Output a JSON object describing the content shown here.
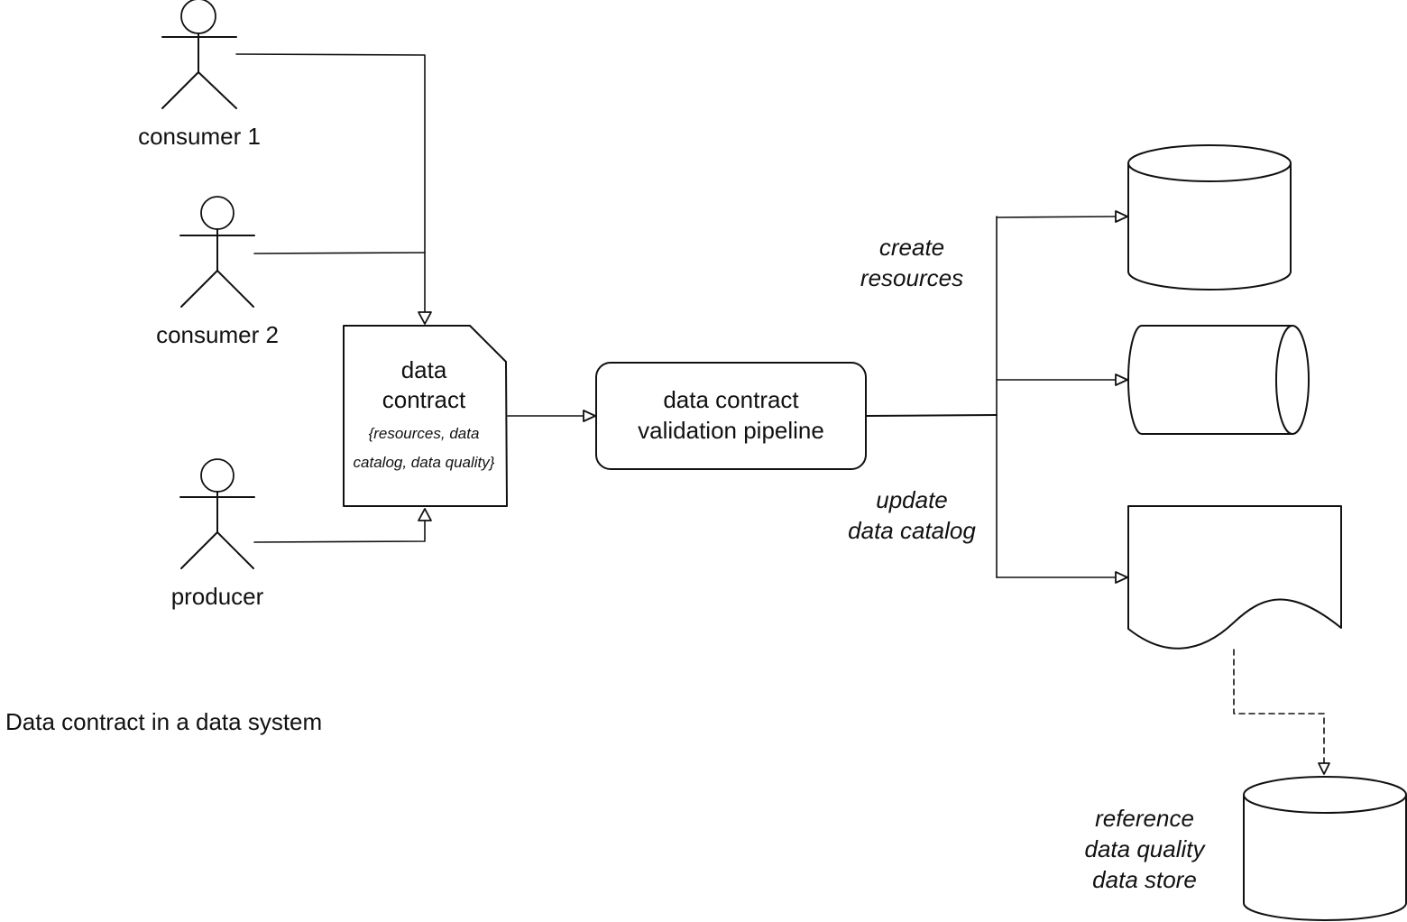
{
  "actors": {
    "consumer1": "consumer 1",
    "consumer2": "consumer 2",
    "producer": "producer"
  },
  "contract": {
    "title_line1": "data",
    "title_line2": "contract",
    "detail_line1": "{resources, data",
    "detail_line2": "catalog, data quality}"
  },
  "pipeline": {
    "line1": "data contract",
    "line2": "validation pipeline"
  },
  "edges": {
    "create_line1": "create",
    "create_line2": "resources",
    "update_line1": "update",
    "update_line2": "data catalog"
  },
  "store": {
    "line1": "reference",
    "line2": "data quality",
    "line3": "data store"
  },
  "caption": "Data contract in a data system",
  "colors": {
    "stroke": "#111111",
    "background": "#ffffff"
  }
}
